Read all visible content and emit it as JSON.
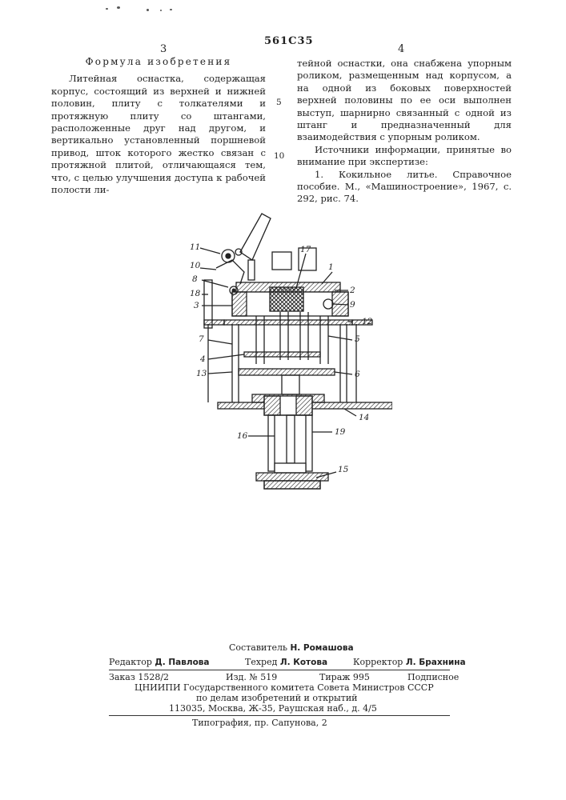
{
  "header": {
    "page_left": "3",
    "doc_number": "561C35",
    "page_right": "4"
  },
  "left_column": {
    "heading": "Формула изобретения",
    "paragraph": "Литейная оснастка, содержащая корпус, состоящий из верхней и нижней половин, плиту с толкателями и протяжную плиту со штангами, расположенные друг над другом, и вертикально установленный поршневой привод, шток которого жестко связан с протяжной плитой, отличающаяся тем, что, с целью улучшения доступа к рабочей полости ли-"
  },
  "line_numbers": [
    "5",
    "10"
  ],
  "right_column": {
    "paragraph": "тейной оснастки, она снабжена упорным роликом, размещенным над корпусом, а на одной из боковых поверхностей верхней половины по ее оси выполнен выступ, шарнирно связанный с одной из штанг и предназначенный для взаимодействия с упорным роликом.",
    "sources_title": "Источники информации, принятые во внимание при экспертизе:",
    "source_1": "1. Кокильное литье. Справочное пособие. М., «Машиностроение», 1967, с. 292, рис. 74."
  },
  "figure_labels": [
    "1",
    "2",
    "3",
    "4",
    "5",
    "6",
    "7",
    "8",
    "9",
    "10",
    "11",
    "12",
    "13",
    "14",
    "15",
    "16",
    "17",
    "18",
    "19"
  ],
  "footer": {
    "compiler_label": "Составитель",
    "compiler_name": "Н. Ромашова",
    "editor_label": "Редактор",
    "editor_name": "Д. Павлова",
    "techred_label": "Техред",
    "techred_name": "Л. Котова",
    "corrector_label": "Корректор",
    "corrector_name": "Л. Брахнина",
    "order": "Заказ 1528/2",
    "izd": "Изд. № 519",
    "tirazh": "Тираж 995",
    "podpisnoe": "Подписное",
    "org_line1": "ЦНИИПИ Государственного комитета Совета Министров СССР",
    "org_line2": "по делам изобретений и открытий",
    "org_line3": "113035, Москва, Ж-35, Раушская наб., д. 4/5",
    "printer": "Типография, пр. Сапунова, 2"
  }
}
